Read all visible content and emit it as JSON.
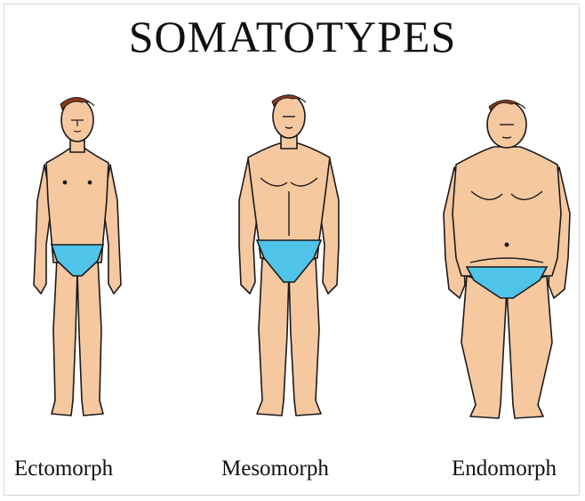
{
  "title": "SOMATOTYPES",
  "figures": [
    {
      "label": "Ectomorph",
      "icon": "ectomorph-body-figure"
    },
    {
      "label": "Mesomorph",
      "icon": "mesomorph-body-figure"
    },
    {
      "label": "Endomorph",
      "icon": "endomorph-body-figure"
    }
  ],
  "colors": {
    "skin": "#F6C8A0",
    "hair": "#8B3A1E",
    "underwear": "#4FC3E8",
    "outline": "#1a1a1a"
  }
}
